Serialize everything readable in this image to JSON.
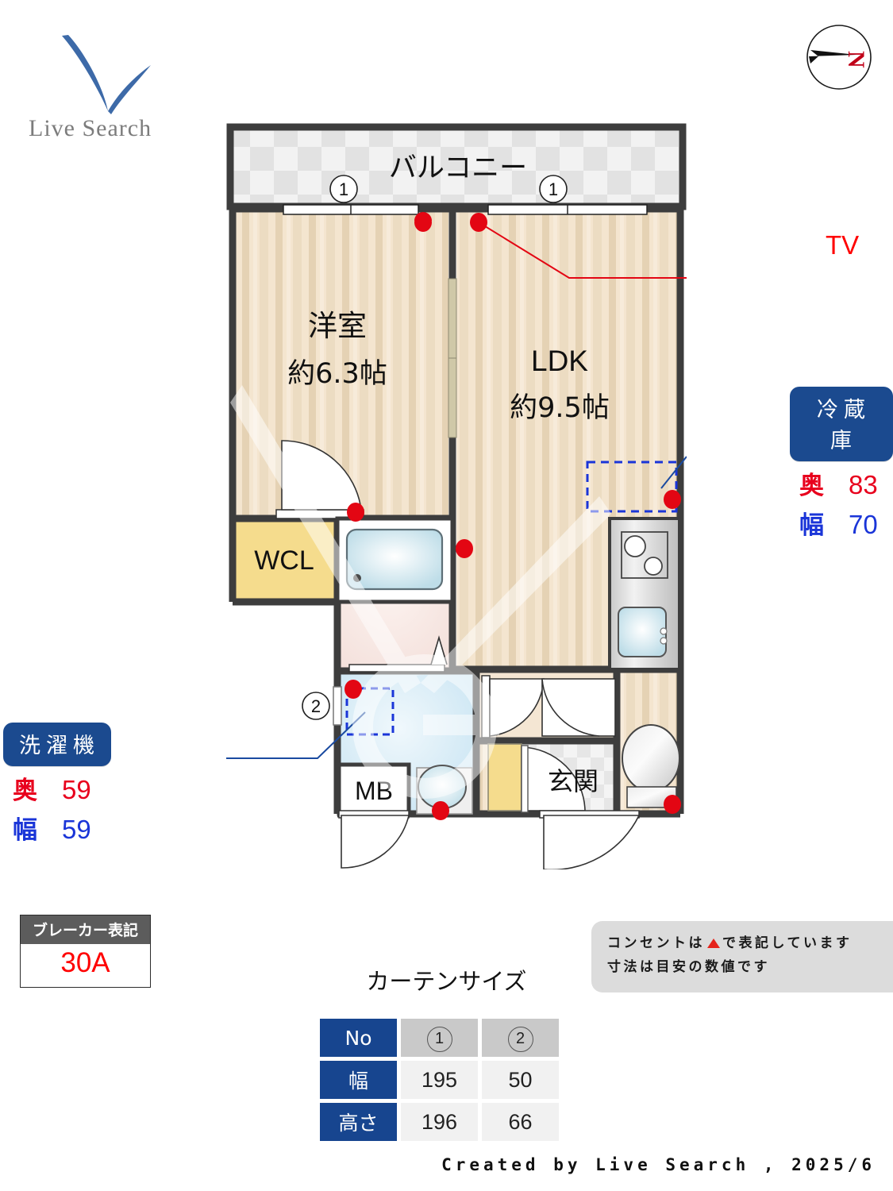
{
  "brand": {
    "name": "Live Search",
    "logo_icon": "v-check-logo-icon"
  },
  "compass": {
    "icon": "compass-north-icon",
    "label": "N",
    "direction": "west-pointing-arrow"
  },
  "floorplan": {
    "balcony_label": "バルコニー",
    "rooms": [
      {
        "name": "洋室",
        "area": "約6.3帖"
      },
      {
        "name": "LDK",
        "area": "約9.5帖"
      },
      {
        "name": "WCL",
        "area": ""
      },
      {
        "name": "MB",
        "area": ""
      },
      {
        "name": "玄関",
        "area": ""
      }
    ],
    "window_markers": [
      "1",
      "1",
      "2"
    ],
    "outlet_icon": "outlet-triangle-icon"
  },
  "annotations": {
    "tv": {
      "label": "TV",
      "color": "#ff0000"
    },
    "fridge": {
      "title": "冷蔵庫",
      "depth_label": "奥",
      "depth_value": "83",
      "width_label": "幅",
      "width_value": "70"
    },
    "washer": {
      "title": "洗濯機",
      "depth_label": "奥",
      "depth_value": "59",
      "width_label": "幅",
      "width_value": "59"
    }
  },
  "breaker": {
    "title": "ブレーカー表記",
    "value": "30A"
  },
  "note": {
    "line1_pre": "コンセントは",
    "line1_post": "で表記しています",
    "line2": "寸法は目安の数値です"
  },
  "curtain": {
    "title": "カーテンサイズ",
    "row_headers": [
      "No",
      "幅",
      "高さ"
    ],
    "columns": [
      "1",
      "2"
    ],
    "width_values": [
      "195",
      "50"
    ],
    "height_values": [
      "196",
      "66"
    ]
  },
  "footer": {
    "text": "Created by Live Search , 2025/6"
  },
  "colors": {
    "accent_blue": "#17458f",
    "red": "#ff0000",
    "dim_red": "#e8001d",
    "dim_blue": "#1a35d8",
    "wall": "#3d3d3d",
    "floor": "#f2e3cd",
    "closet": "#f5dc8d"
  }
}
